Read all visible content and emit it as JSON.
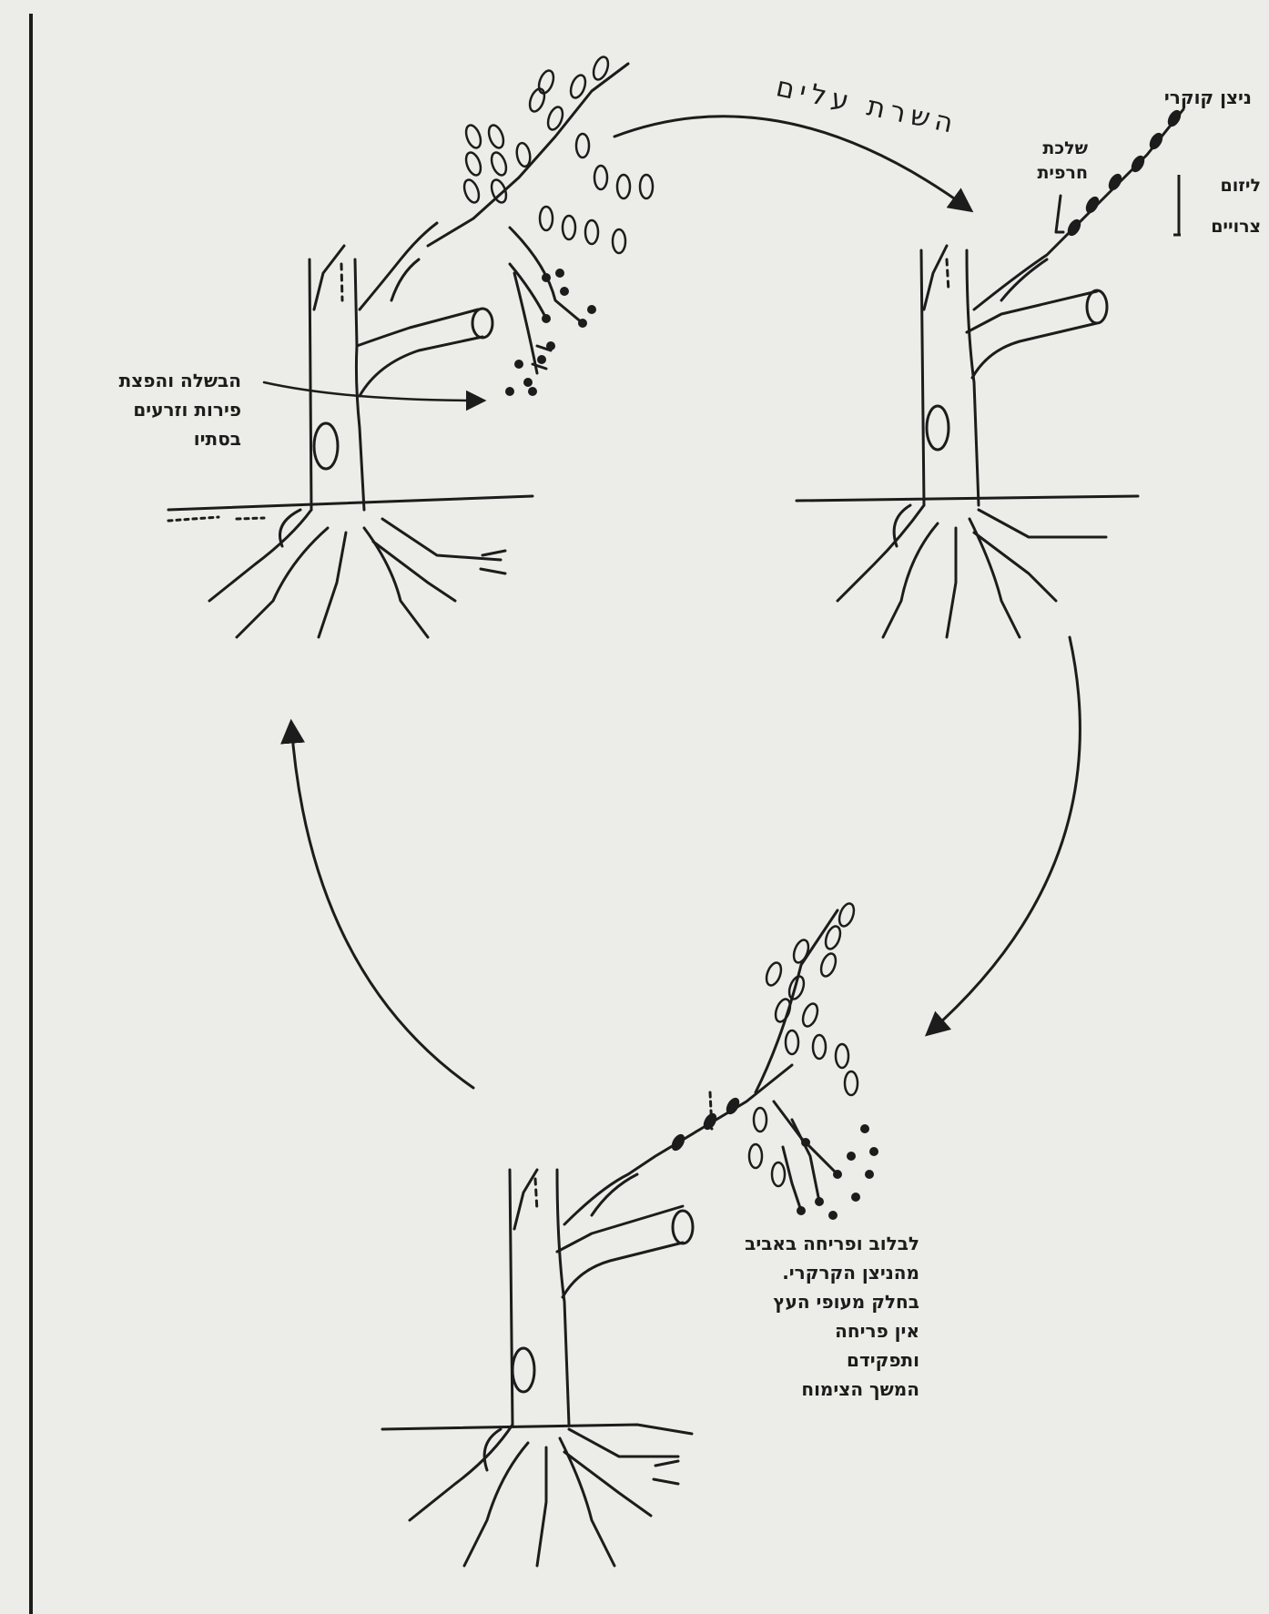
{
  "cycle_arrow_label": "השרת עלים",
  "labels": {
    "root_bud": "ניצן קוקרי",
    "tertiary_branch": "שלכת\nחרפית",
    "dormancy_top": "ליזום",
    "dormancy_bottom": "צרויים",
    "fruit_ripening": "הבשלה והפצת\nפירות וזרעים\nבסתיו",
    "spring_flowering": "לבלוב ופריחה באביב\nמהניצן הקרקרי.\nבחלק מעופי העץ\nאין פריחה\nותפקידם\nהמשך הצימוח"
  },
  "colors": {
    "paper": "#ecece8",
    "ink": "#1c1c1c"
  }
}
